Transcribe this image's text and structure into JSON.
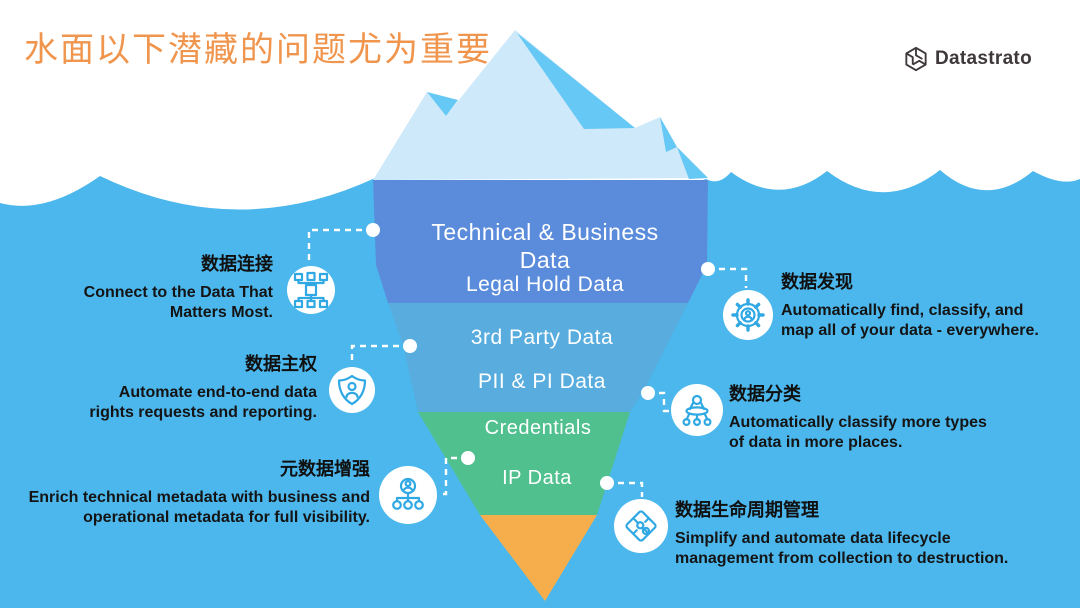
{
  "title": "水面以下潜藏的问题尤为重要",
  "logo": {
    "text": "Datastrato",
    "icon": "datastrato-hexagon-icon"
  },
  "iceberg": {
    "band1": {
      "line1": "Technical & Business",
      "line2": "Data",
      "line3": "Legal Hold Data"
    },
    "band2": {
      "line1": "3rd Party Data",
      "line2": "PII & PI Data"
    },
    "band3": {
      "line1": "Credentials",
      "line2": "IP Data"
    }
  },
  "annotations": {
    "left": [
      {
        "zh": "数据连接",
        "en1": "Connect to the Data That",
        "en2": "Matters Most.",
        "icon": "data-connection-icon"
      },
      {
        "zh": "数据主权",
        "en1": "Automate end-to-end data",
        "en2": "rights requests and reporting.",
        "icon": "shield-user-icon"
      },
      {
        "zh": "元数据增强",
        "en1": "Enrich technical metadata with business and",
        "en2": "operational metadata for full visibility.",
        "icon": "metadata-hierarchy-icon"
      }
    ],
    "right": [
      {
        "zh": "数据发现",
        "en1": "Automatically find, classify, and",
        "en2": "map all of your data - everywhere.",
        "icon": "gear-user-icon"
      },
      {
        "zh": "数据分类",
        "en1": "Automatically classify more types",
        "en2": "of data in more places.",
        "icon": "classification-tree-icon"
      },
      {
        "zh": "数据生命周期管理",
        "en1": "Simplify and automate data lifecycle",
        "en2": "management from collection to destruction.",
        "icon": "puzzle-icon"
      }
    ]
  },
  "colors": {
    "water": "#4BB7ED",
    "iceberg_above": "#CDE9FA",
    "iceberg_facet": "#66C8F4",
    "band1_blue_violet": "#5B8CDC",
    "band2_blue": "#58ACDE",
    "band3_green": "#4FC08E",
    "band4_orange": "#F6AE4C",
    "title_orange": "#F0954D",
    "icon_stroke_blue": "#2FA8E4",
    "connector_white": "#FFFFFF",
    "text_dark": "#141414",
    "logo_dark": "#3E383A"
  }
}
